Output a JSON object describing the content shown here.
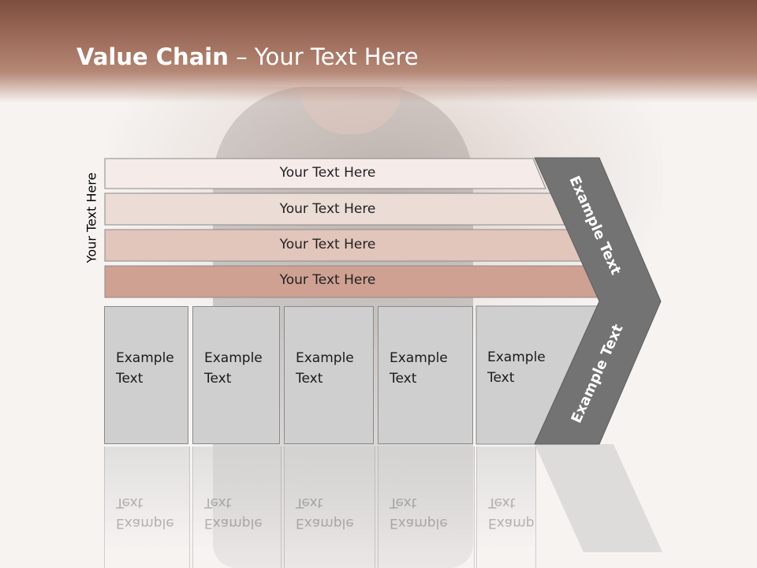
{
  "title": {
    "bold": "Value Chain",
    "rest": " – Your Text Here"
  },
  "side_label": "Your Text Here",
  "bands": [
    "Your Text Here",
    "Your Text Here",
    "Your Text Here",
    "Your Text Here"
  ],
  "boxes": [
    {
      "line1": "Example",
      "line2": "Text"
    },
    {
      "line1": "Example",
      "line2": "Text"
    },
    {
      "line1": "Example",
      "line2": "Text"
    },
    {
      "line1": "Example",
      "line2": "Text"
    },
    {
      "line1": "Example",
      "line2": "Text"
    }
  ],
  "chevron": {
    "top_label": "Example Text",
    "bottom_label": "Example Text"
  },
  "colors": {
    "header": "#9c6a58",
    "band1": "#f5ecea",
    "band2": "#ecdcd6",
    "band3": "#e2c5bb",
    "band4": "#cfa193",
    "box": "#cfcfcf",
    "chevron": "#737373"
  }
}
